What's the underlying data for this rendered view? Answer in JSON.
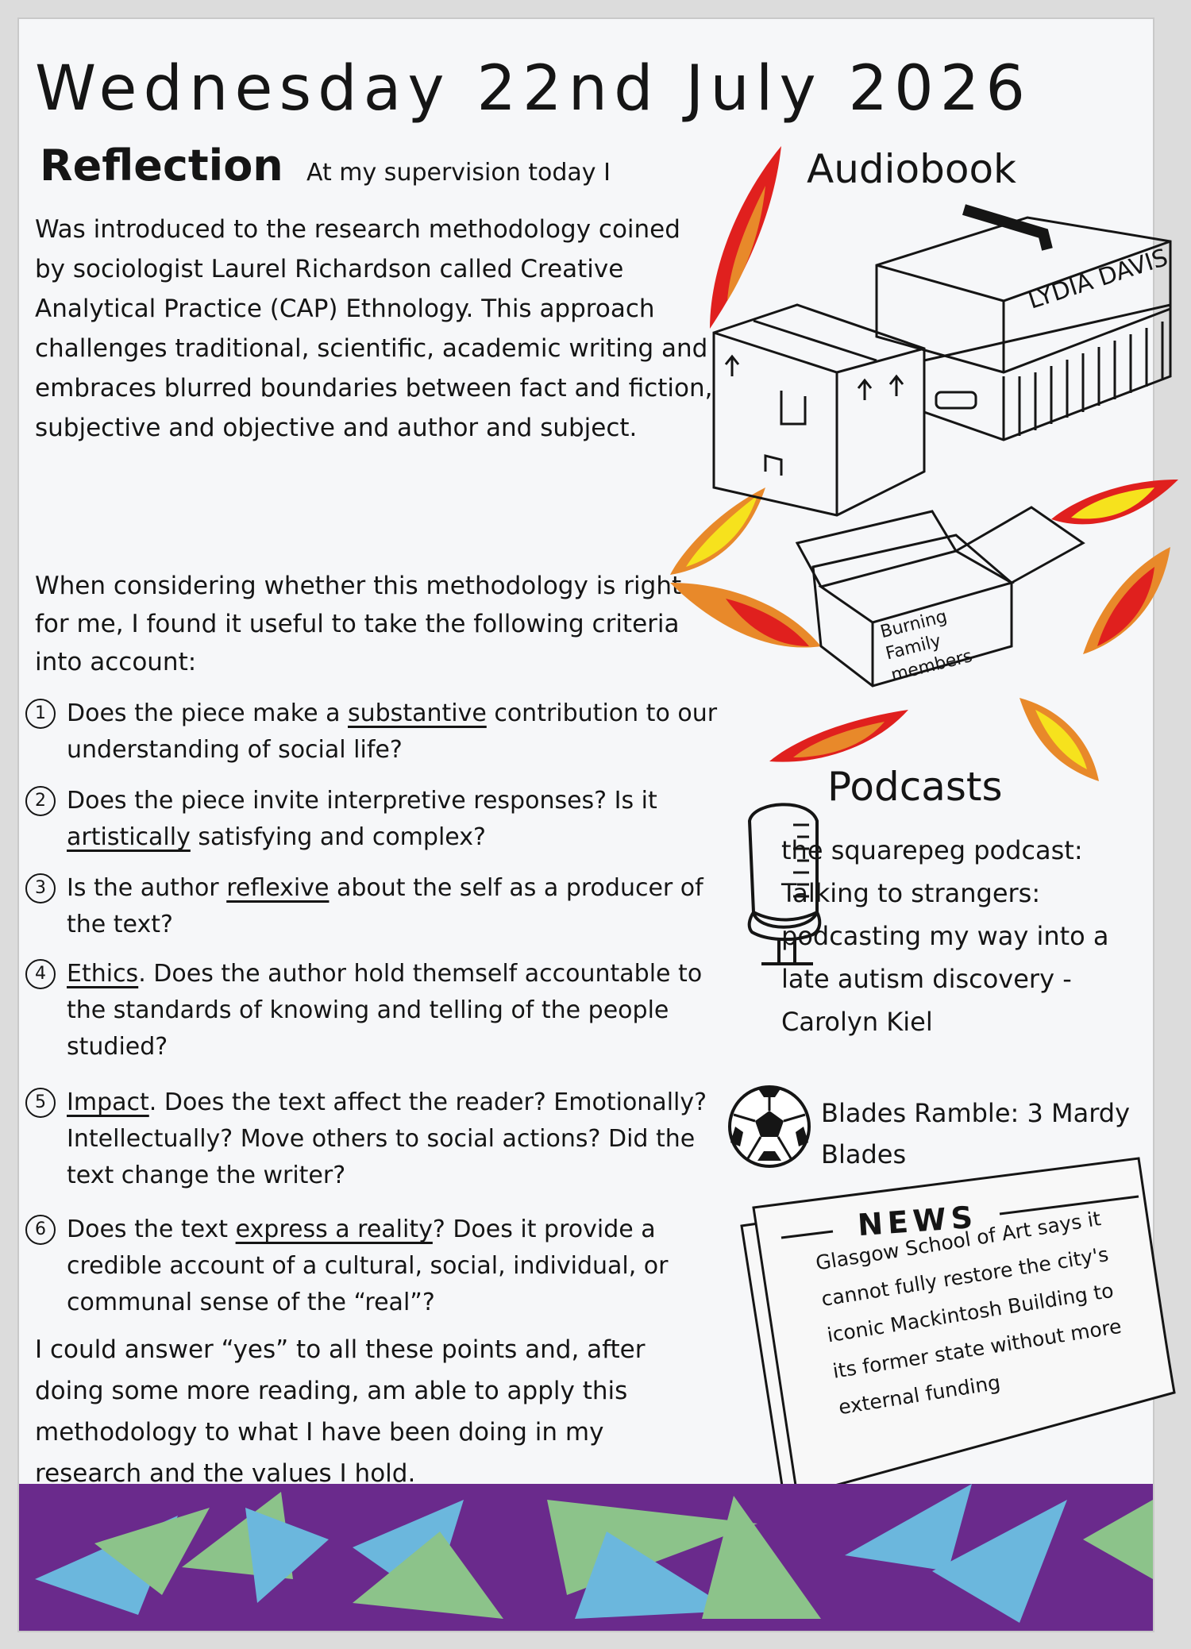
{
  "header": {
    "date": "Wednesday 22nd July 2026"
  },
  "reflection": {
    "title": "Reflection",
    "intro": "At my supervision today I",
    "paragraph1": "Was introduced to the research methodology coined by sociologist Laurel Richardson called Creative Analytical Practice (CAP) Ethnology. This approach challenges traditional, scientific, academic writing and embraces blurred boundaries between fact and fiction, subjective and objective and author and subject.",
    "paragraph2": "When considering whether this methodology is right for me, I found it useful to take the following criteria into account:",
    "criteria": [
      {
        "number": "1",
        "before": "Does the piece make a ",
        "key": "substantive",
        "after": " contribution to our understanding of social life?"
      },
      {
        "number": "2",
        "before": "Does the piece invite interpretive responses? Is it ",
        "key": "artistically",
        "after": " satisfying and complex?"
      },
      {
        "number": "3",
        "before": "Is the author ",
        "key": "reflexive",
        "after": " about the self as a producer of the text?"
      },
      {
        "number": "4",
        "before": "",
        "key": "Ethics",
        "after": ". Does the author hold themself accountable to the standards of knowing and telling of the people studied?"
      },
      {
        "number": "5",
        "before": "",
        "key": "Impact",
        "after": ". Does the text affect the reader? Emotionally? Intellectually? Move others to social actions? Did the text change the writer?"
      },
      {
        "number": "6",
        "before": "Does the text ",
        "key": "express a reality",
        "after": "? Does it provide a credible account of a cultural, social, individual, or communal sense of the “real”?"
      }
    ],
    "conclusion": "I could answer “yes” to all these points and, after doing some more reading, am able to apply this methodology to what I have been doing in my research and the values I hold."
  },
  "audiobook": {
    "title": "Audiobook",
    "big_box_label": "LYDIA DAVIS",
    "open_box_label": "Burning Family members"
  },
  "podcasts": {
    "title": "Podcasts",
    "entry1": "the squarepeg podcast: Talking to strangers: podcasting my way into a late autism discovery - Carolyn Kiel",
    "entry2": "Blades Ramble: 3 Mardy Blades"
  },
  "news": {
    "title": "NEWS",
    "body": "Glasgow School of Art says it cannot fully restore the city's iconic Mackintosh Building to its former state without more external funding"
  },
  "colors": {
    "paper": "#f6f7f9",
    "ink": "#151515",
    "flame_red": "#e0201e",
    "flame_orange": "#e8892a",
    "flame_yellow": "#f6e21d",
    "strip_purple": "#6a2a8c",
    "tri_blue": "#6cc3e4",
    "tri_green": "#8fd08a"
  }
}
